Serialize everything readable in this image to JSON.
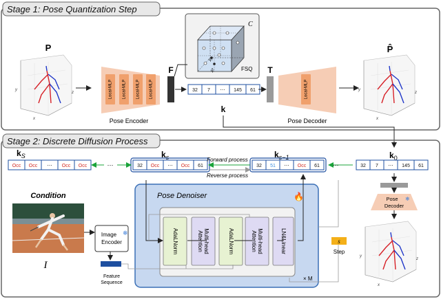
{
  "stage1": {
    "title": "Stage 1: Pose Quantization Step",
    "input_symbol": "P",
    "output_symbol": "P̂",
    "encoder": {
      "label": "Pose Encoder",
      "layers": [
        "Local-MLP",
        "Local-MLP",
        "Local-MLP",
        "Local-MLP"
      ]
    },
    "decoder": {
      "label": "Pose Decoder",
      "layers": [
        "Local-MLP"
      ]
    },
    "feature_symbol": "F",
    "token_symbol": "T",
    "tokens": [
      "32",
      "7",
      "⋯",
      "145",
      "61"
    ],
    "index_symbol": "k",
    "fsq": {
      "label": "FSQ",
      "codebook_symbol": "C",
      "point_upper": "qₗ",
      "point_lower": "q̂ᵢ"
    }
  },
  "stage2": {
    "title": "Stage 2: Discrete Diffusion Process",
    "k_S": "kS",
    "k_s": "ks",
    "k_s_minus_1": "ks−1",
    "k_0": "k0",
    "seq_kS": [
      "Occ",
      "Occ",
      "⋯",
      "Occ",
      "Occ"
    ],
    "seq_ks": [
      "32",
      "Occ",
      "⋯",
      "Occ",
      "61"
    ],
    "seq_ks1": [
      "32",
      "51",
      "⋯",
      "Occ",
      "61"
    ],
    "seq_k0": [
      "32",
      "7",
      "⋯",
      "145",
      "61"
    ],
    "dots": "⋯",
    "forward_label": "Forward process",
    "reverse_label": "Reverse process",
    "condition_label": "Condition",
    "image_symbol": "I",
    "image_encoder": "Image Encoder",
    "feature_sequence": "Feature Sequence",
    "denoiser_title": "Pose Denoiser",
    "blocks": [
      "AdaLNorm",
      "Multi-head Attention",
      "AdaLNorm",
      "Multi-head Attention",
      "LN&Linear"
    ],
    "repeat": "× M",
    "step_symbol": "s",
    "step_label": "Step",
    "pose_decoder": "Pose Decoder"
  },
  "colors": {
    "occ": "#d2291f",
    "token_blue": "#1e4fa0",
    "fwd": "#1aa33a",
    "denoiser_bg": "#c7d8f0",
    "block_green": "#e7f2d2",
    "block_lilac": "#dedaf3",
    "encoder": "#f6cdb5",
    "layer": "#f0a06c",
    "step": "#f4b019"
  }
}
